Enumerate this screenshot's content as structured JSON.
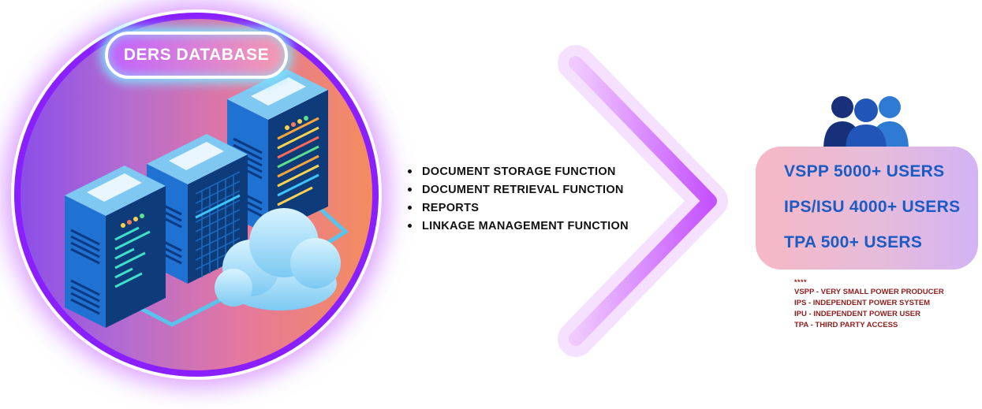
{
  "database": {
    "title": "DERS DATABASE"
  },
  "features": [
    {
      "label": "DOCUMENT STORAGE FUNCTION"
    },
    {
      "label": "DOCUMENT RETRIEVAL FUNCTION"
    },
    {
      "label": "REPORTS"
    },
    {
      "label": "LINKAGE MANAGEMENT FUNCTION"
    }
  ],
  "users": [
    {
      "label": "VSPP 5000+ USERS"
    },
    {
      "label": "IPS/ISU 4000+ USERS"
    },
    {
      "label": "TPA 500+ USERS"
    }
  ],
  "legend": {
    "marker": "****",
    "items": [
      "VSPP - VERY SMALL POWER PRODUCER",
      "IPS - INDEPENDENT POWER SYSTEM",
      "IPU - INDEPENDENT POWER USER",
      "TPA - THIRD PARTY ACCESS"
    ]
  },
  "icons": {
    "servers": "server-rack-icon",
    "cloud": "cloud-icon",
    "people": "users-group-icon",
    "arrow": "chevron-right-icon"
  },
  "colors": {
    "circle_border": "#8a1fff",
    "users_text": "#1b5bc4",
    "legend_text": "#8c1d1d",
    "server_blue": "#1e6fd0"
  }
}
